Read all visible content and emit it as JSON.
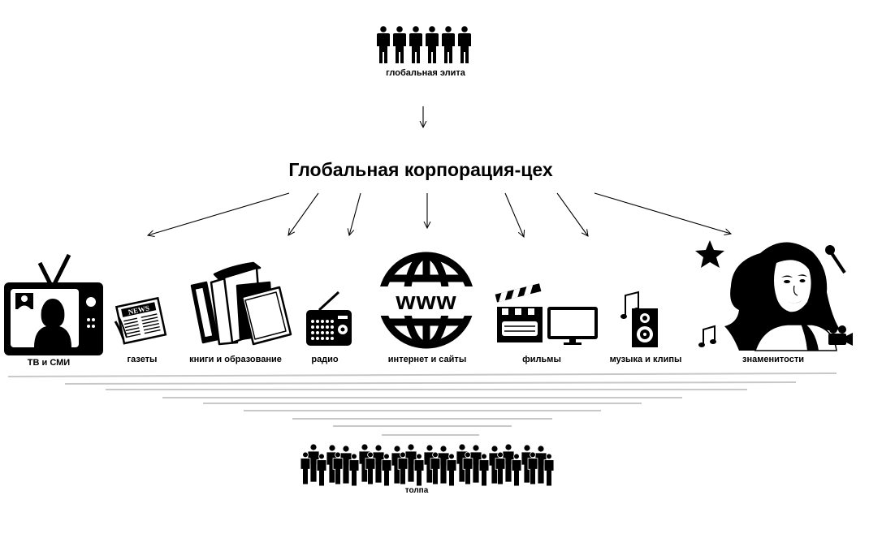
{
  "top": {
    "label": "глобальная элита",
    "icon": "elite-people-icon"
  },
  "corporation": {
    "title": "Глобальная корпорация-цех"
  },
  "channels": [
    {
      "label": "ТВ  и СМИ",
      "icon": "tv-icon"
    },
    {
      "label": "газеты",
      "icon": "newspaper-icon"
    },
    {
      "label": "книги и образование",
      "icon": "books-icon"
    },
    {
      "label": "радио",
      "icon": "radio-icon"
    },
    {
      "label": "интернет и сайты",
      "icon": "www-globe-icon"
    },
    {
      "label": "фильмы",
      "icon": "clapper-monitor-icon"
    },
    {
      "label": "музыка и клипы",
      "icon": "speaker-note-icon"
    },
    {
      "label": "знаменитости",
      "icon": "celebrity-icon"
    }
  ],
  "bottom": {
    "label": "толпа",
    "icon": "crowd-icon"
  }
}
